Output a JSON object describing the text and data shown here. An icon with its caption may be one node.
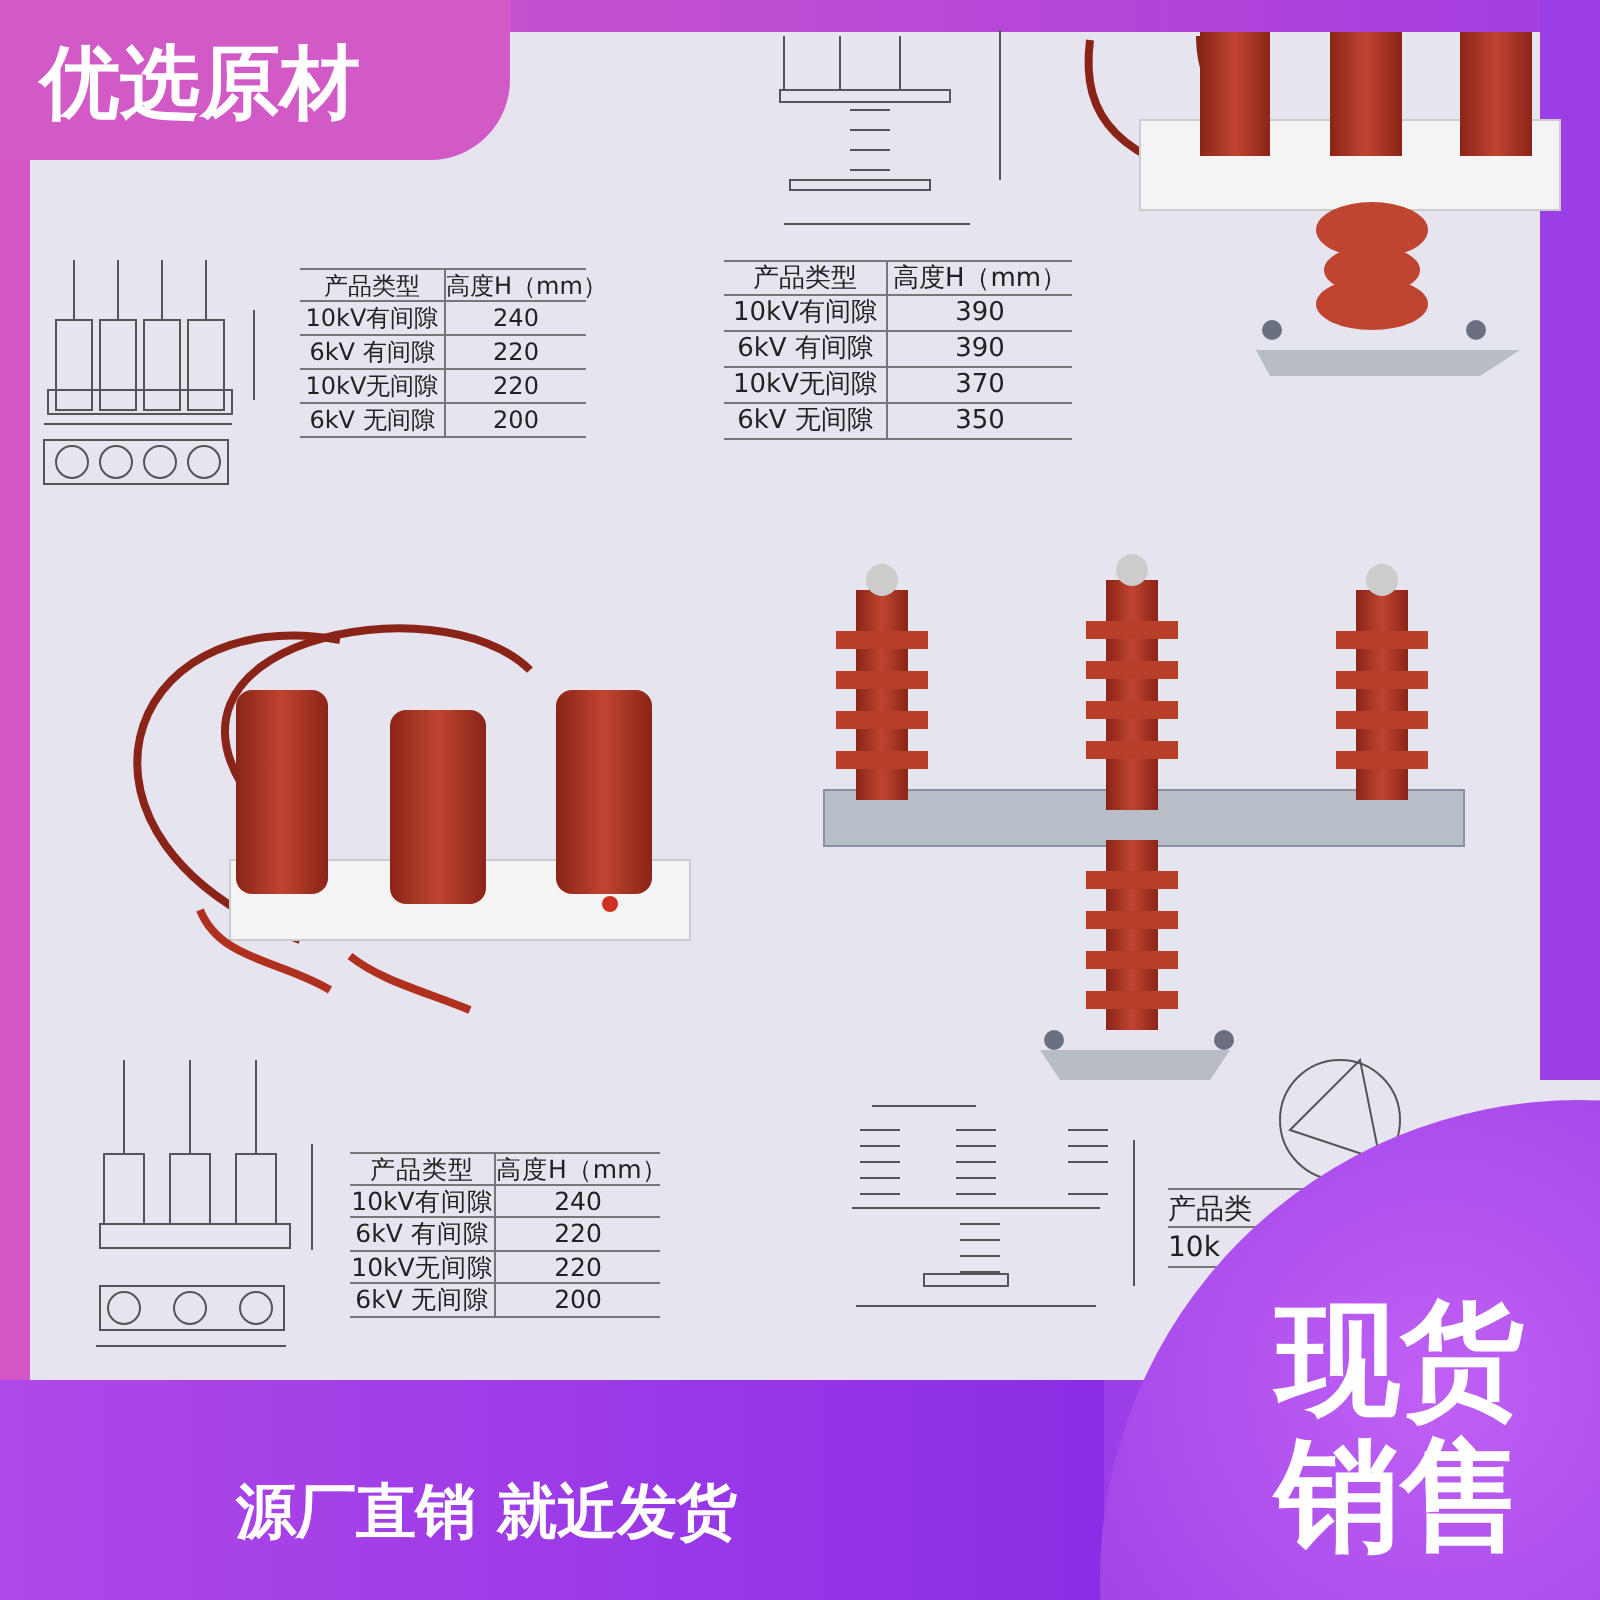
{
  "diagram": {
    "nodes": [
      {
        "text": [
          "优选原材"
        ]
      },
      {
        "text": [
          "源厂直销  就近发货"
        ]
      },
      {
        "text": [
          "现货",
          "销售"
        ]
      }
    ],
    "labels": [
      "产品类型",
      "高度H（mm）",
      "10kV有间隙",
      "240",
      "6kV 有间隙",
      "220",
      "10kV无间隙",
      "220",
      "6kV 无间隙",
      "200",
      "产品类型",
      "高度H（mm）",
      "10kV有间隙",
      "390",
      "6kV 有间隙",
      "390",
      "10kV无间隙",
      "370",
      "6kV 无间隙",
      "350",
      "产品类型",
      "高度H（mm）",
      "10kV有间隙",
      "240",
      "6kV 有间隙",
      "220",
      "10kV无间隙",
      "220",
      "6kV 无间隙",
      "200",
      "产品类",
      "10k"
    ]
  }
}
